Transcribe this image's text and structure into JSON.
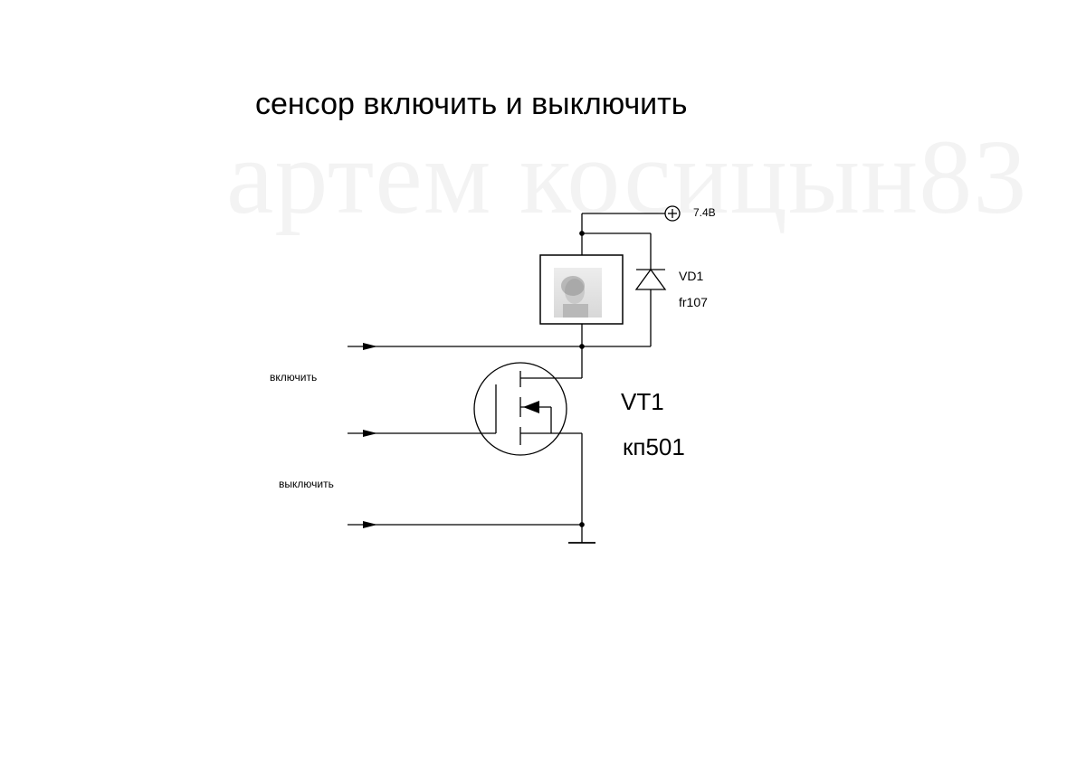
{
  "diagram": {
    "title": "сенсор включить и выключить",
    "watermark": "артем косицын83",
    "power_label": "7.4В",
    "diode": {
      "ref": "VD1",
      "part": "fr107"
    },
    "transistor": {
      "ref": "VT1",
      "part": "кп501"
    },
    "inputs": {
      "on_label": "включить",
      "off_label": "выключить"
    }
  }
}
